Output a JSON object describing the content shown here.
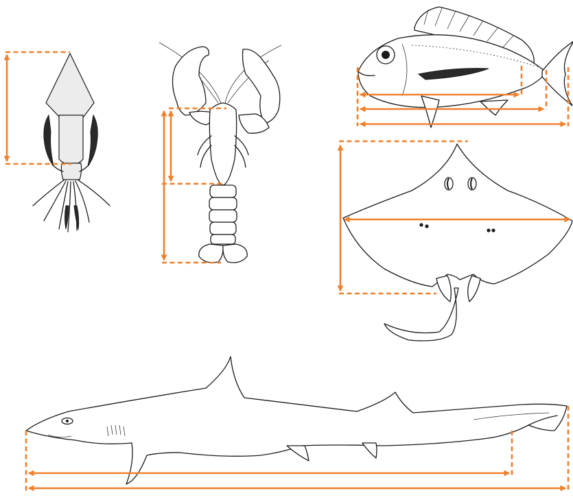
{
  "colors": {
    "measure": "#f07f2b",
    "outline": "#1a1a1a",
    "shade": "#ececec",
    "background": "#ffffff"
  },
  "specimens": [
    {
      "id": "squid",
      "icon": "squid-icon",
      "measurements": 1
    },
    {
      "id": "lobster",
      "icon": "lobster-icon",
      "measurements": 2
    },
    {
      "id": "fish",
      "icon": "fish-icon",
      "measurements": 3
    },
    {
      "id": "ray",
      "icon": "ray-icon",
      "measurements": 2
    },
    {
      "id": "shark",
      "icon": "shark-icon",
      "measurements": 2
    }
  ]
}
